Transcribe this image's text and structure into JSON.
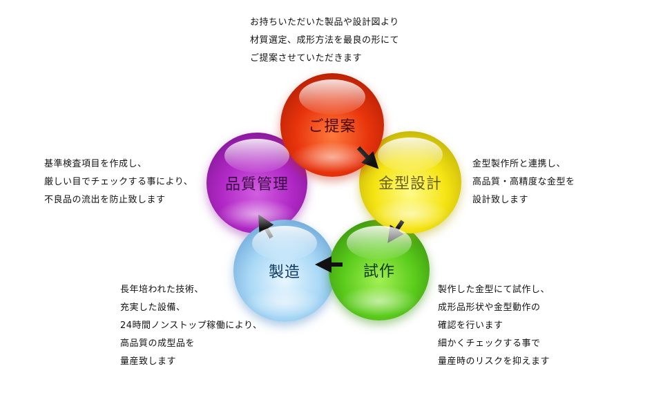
{
  "intro": {
    "lines": [
      "お持ちいただいた製品や設計図より",
      "材質選定、成形方法を最良の形にて",
      "ご提案させていただきます"
    ]
  },
  "steps": [
    {
      "id": "proposal",
      "label": "ご提案",
      "color": "#e52a0a"
    },
    {
      "id": "mold-design",
      "label": "金型設計",
      "color": "#f2e20a"
    },
    {
      "id": "trial",
      "label": "試作",
      "color": "#4fc21a"
    },
    {
      "id": "manufacturing",
      "label": "製造",
      "color": "#9fd4f4"
    },
    {
      "id": "quality",
      "label": "品質管理",
      "color": "#a522b8"
    }
  ],
  "descriptions": {
    "mold_design": [
      "金型製作所と連携し、",
      "高品質・高精度な金型を",
      "設計致します"
    ],
    "trial": [
      "製作した金型にて試作し、",
      "成形品形状や金型動作の",
      "確認を行います",
      "細かくチェックする事で",
      "量産時のリスクを抑えます"
    ],
    "manufacturing": [
      "長年培われた技術、",
      "充実した設備、",
      "24時間ノンストップ稼働により、",
      "高品質の成型品を",
      "量産致します"
    ],
    "quality": [
      "基準検査項目を作成し、",
      "厳しい目でチェックする事により、",
      "不良品の流出を防止致します"
    ]
  }
}
